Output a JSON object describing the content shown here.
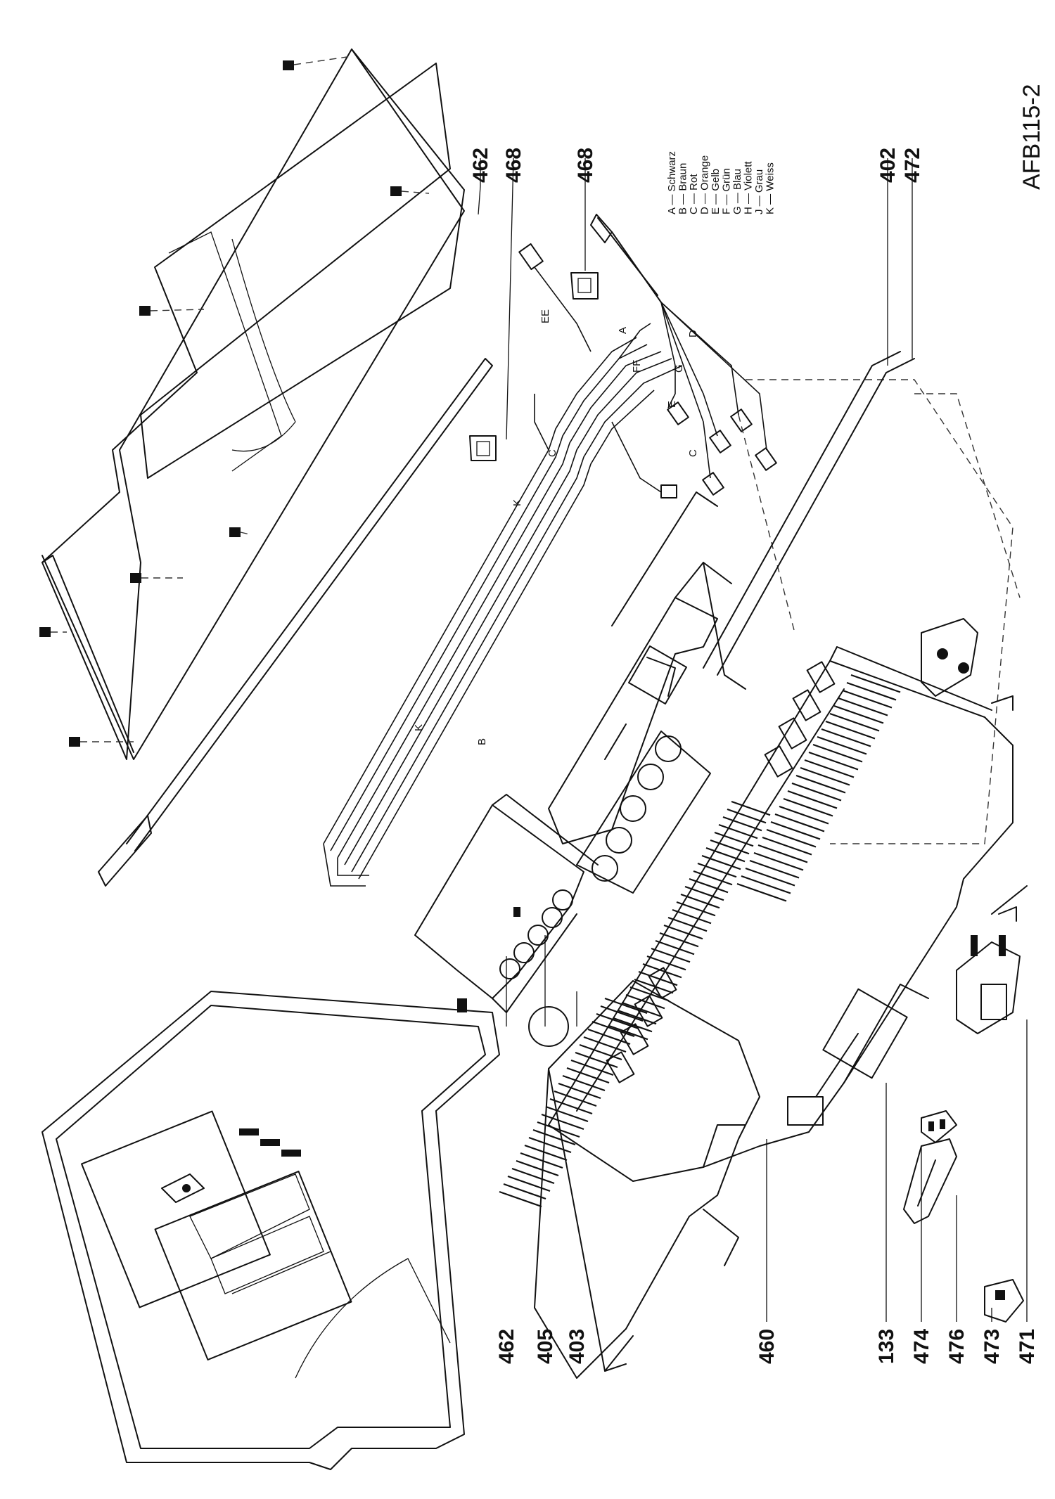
{
  "diagram": {
    "document_id": "AFB115-2",
    "callouts": {
      "c462_top": "462",
      "c468_a": "468",
      "c468_b": "468",
      "c402": "402",
      "c472": "472",
      "c462_bottom": "462",
      "c405": "405",
      "c403": "403",
      "c460": "460",
      "c133": "133",
      "c474": "474",
      "c476": "476",
      "c473": "473",
      "c471": "471"
    },
    "color_legend": [
      {
        "code": "A",
        "color": "Schwarz"
      },
      {
        "code": "B",
        "color": "Braun"
      },
      {
        "code": "C",
        "color": "Rot"
      },
      {
        "code": "D",
        "color": "Orange"
      },
      {
        "code": "E",
        "color": "Gelb"
      },
      {
        "code": "F",
        "color": "Grün"
      },
      {
        "code": "G",
        "color": "Blau"
      },
      {
        "code": "H",
        "color": "Violett"
      },
      {
        "code": "J",
        "color": "Grau"
      },
      {
        "code": "K",
        "color": "Weiss"
      }
    ],
    "wire_marks": {
      "w_k1": "K",
      "w_b1": "B",
      "w_c1": "C",
      "w_k2": "K",
      "w_ee": "EE",
      "w_ff": "FF",
      "w_a": "A",
      "w_d": "D",
      "w_g": "G",
      "w_e": "E",
      "w_c2": "C"
    }
  }
}
